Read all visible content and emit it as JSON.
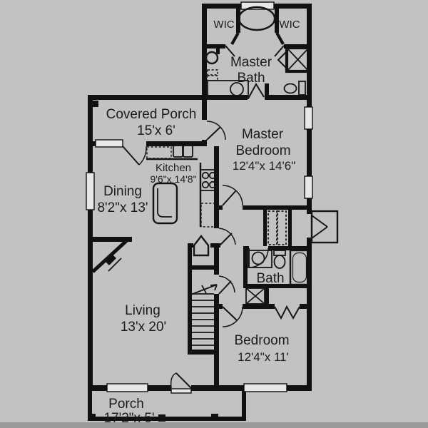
{
  "canvas": {
    "background_color": "#c2c2c2",
    "wall_color": "#111111",
    "window_color": "#e7e7e7",
    "text_color": "#1c1c1c"
  },
  "rooms": {
    "wic_left": {
      "label": "WIC"
    },
    "wic_right": {
      "label": "WIC"
    },
    "master_bath": {
      "line1": "Master",
      "line2": "Bath"
    },
    "covered_porch": {
      "name": "Covered Porch",
      "dims": "15'x 6'"
    },
    "master_bedroom": {
      "line1": "Master",
      "line2": "Bedroom",
      "dims": "12'4\"x 14'6\""
    },
    "kitchen": {
      "name": "Kitchen",
      "dims": "9'6\"x 14'8\""
    },
    "dining": {
      "name": "Dining",
      "dims": "8'2\"x 13'"
    },
    "living": {
      "name": "Living",
      "dims": "13'x 20'"
    },
    "bath": {
      "name": "Bath"
    },
    "bedroom": {
      "name": "Bedroom",
      "dims": "12'4\"x 11'"
    },
    "porch": {
      "name": "Porch",
      "dims": "17'2\"x 5'"
    }
  }
}
